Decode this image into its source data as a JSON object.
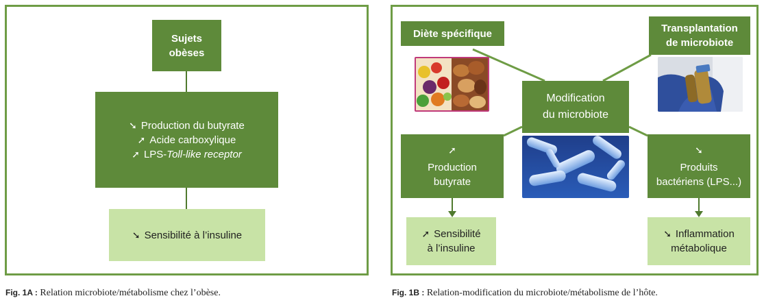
{
  "fig_a": {
    "subjects": [
      "Sujets",
      "obèses"
    ],
    "effects": [
      {
        "dir": "down",
        "text": "Production du butyrate"
      },
      {
        "dir": "up",
        "text": "Acide carboxylique"
      },
      {
        "dir": "up",
        "prefix": "LPS-",
        "italic": "Toll-like receptor"
      }
    ],
    "outcome": {
      "dir": "down",
      "text": "Sensibilité à l’insuline"
    },
    "caption": {
      "label": "Fig. 1A :",
      "text": "Relation microbiote/métabolisme chez l’obèse."
    }
  },
  "fig_b": {
    "diet": "Diète spécifique",
    "transplant": [
      "Transplantation",
      "de microbiote"
    ],
    "center": [
      "Modification",
      "du microbiote"
    ],
    "production": {
      "dir": "up",
      "lines": [
        "Production",
        "butyrate"
      ]
    },
    "products": {
      "dir": "down",
      "lines": [
        "Produits",
        "bactériens (LPS...)"
      ]
    },
    "sensitivity": {
      "dir": "up",
      "lines": [
        "Sensibilité",
        "à l’insuline"
      ]
    },
    "inflammation": {
      "dir": "down",
      "lines": [
        "Inflammation",
        "métabolique"
      ]
    },
    "caption": {
      "label": "Fig. 1B :",
      "text": "Relation-modification du microbiote/métabolisme de l’hôte."
    }
  },
  "colors": {
    "dark_green": "#5e8a3a",
    "light_green": "#c8e3a6",
    "frame": "#6e9c45"
  },
  "icons": {
    "up": "arrow-up-right-icon",
    "down": "arrow-down-right-icon"
  }
}
